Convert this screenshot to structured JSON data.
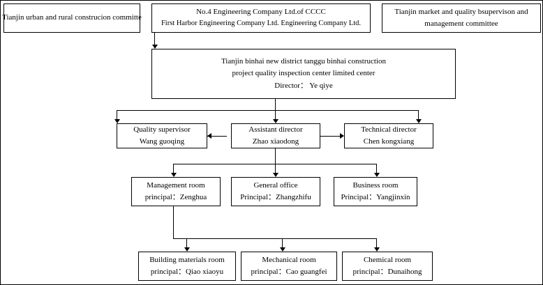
{
  "diagram": {
    "type": "org-chart",
    "title": "Quality inspection organization chart",
    "nodes": {
      "top_left": {
        "lines": [
          "Tianjin urban and rural  construcion committe"
        ]
      },
      "top_center": {
        "lines": [
          "No.4 Engineering Company Ltd.of CCCC",
          "First Harbor Engineering Company Ltd. Engineering Company Ltd."
        ]
      },
      "top_right": {
        "lines": [
          "Tianjin market and quality bsupervison and",
          "management committee"
        ]
      },
      "center_main": {
        "lines": [
          "Tianjin binhai new district tanggu binhai construction",
          "project quality inspection center limited center",
          "Director： Ye qiye"
        ]
      },
      "quality_supervisor": {
        "lines": [
          "Quality supervisor",
          "Wang guoqing"
        ]
      },
      "assistant_director": {
        "lines": [
          "Assistant director",
          "Zhao xiaodong"
        ]
      },
      "technical_director": {
        "lines": [
          "Technical director",
          "Chen kongxiang"
        ]
      },
      "management_room": {
        "lines": [
          "Management room",
          "principal：Zenghua"
        ]
      },
      "general_office": {
        "lines": [
          "General office",
          "Principal：Zhangzhifu"
        ]
      },
      "business_room": {
        "lines": [
          "Business room",
          "Principal：Yangjinxin"
        ]
      },
      "building_materials_room": {
        "lines": [
          "Building materials room",
          "principal：Qiao xiaoyu"
        ]
      },
      "mechanical_room": {
        "lines": [
          "Mechanical room",
          "principal：Cao guangfei"
        ]
      },
      "chemical_room": {
        "lines": [
          "Chemical room",
          "principal：Dunaihong"
        ]
      }
    }
  }
}
